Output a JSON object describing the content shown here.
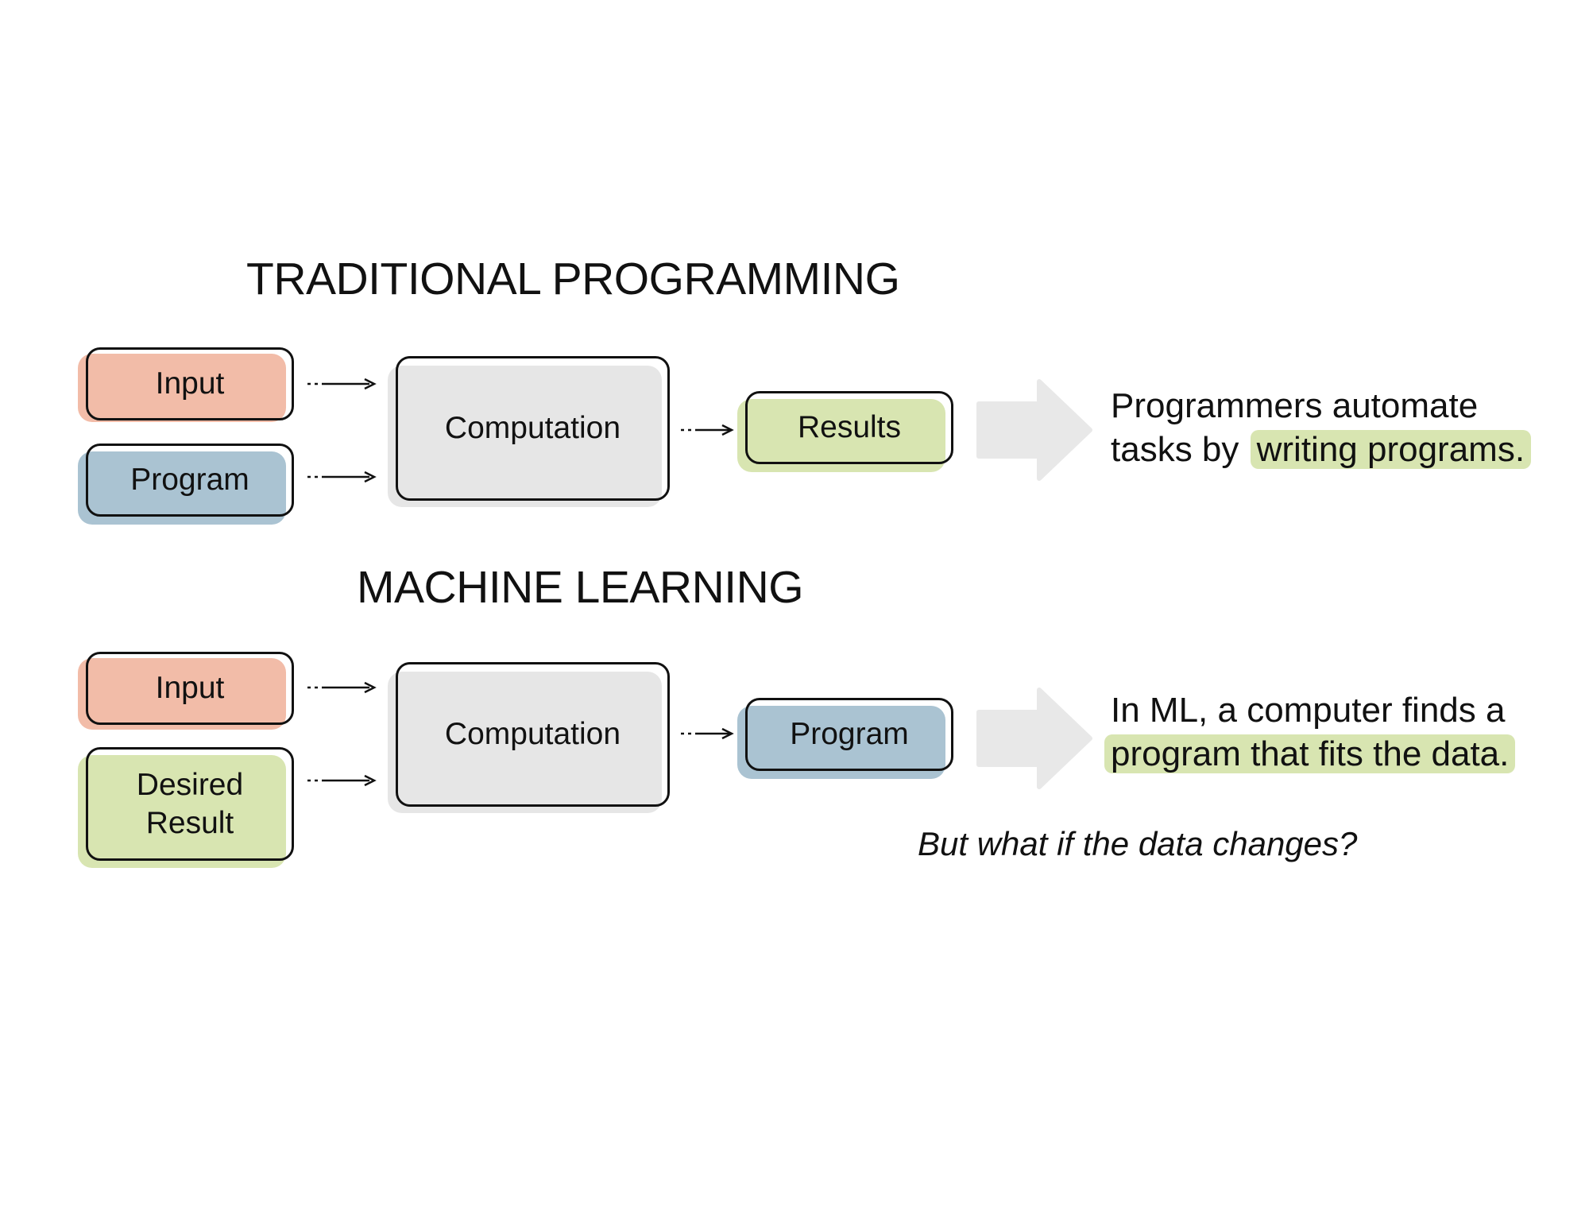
{
  "traditional": {
    "heading": "TRADITIONAL PROGRAMMING",
    "input_label": "Input",
    "program_label": "Program",
    "computation_label": "Computation",
    "results_label": "Results",
    "caption_line1": "Programmers automate",
    "caption_line2_plain": "tasks by ",
    "caption_line2_highlight": "writing programs."
  },
  "machine_learning": {
    "heading": "MACHINE LEARNING",
    "input_label": "Input",
    "desired_line1": "Desired",
    "desired_line2": "Result",
    "computation_label": "Computation",
    "program_label": "Program",
    "caption_line1": "In ML, a computer finds a",
    "caption_line2_highlight": "program that fits the data."
  },
  "question": "But what if the data changes?",
  "colors": {
    "input": "#f2bca8",
    "program": "#aac3d2",
    "result": "#d8e5b1",
    "computation": "#e6e6e6",
    "big_arrow": "#e8e8e8"
  }
}
